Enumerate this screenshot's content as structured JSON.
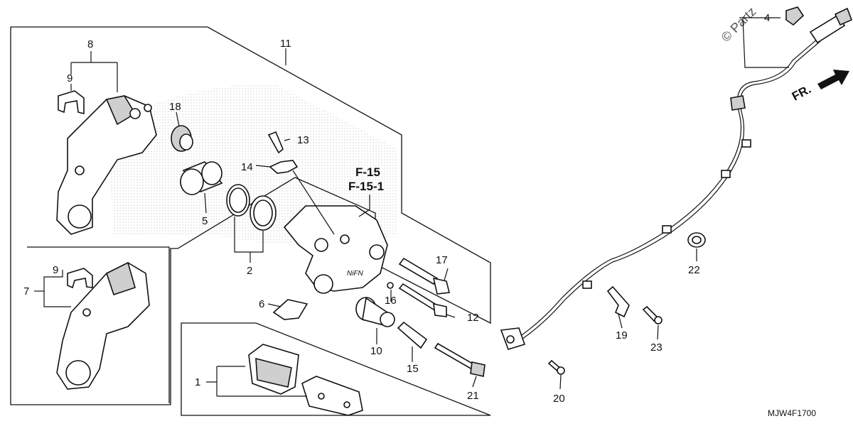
{
  "diagram": {
    "code": "MJW4F1700",
    "watermark": "© Partz",
    "direction": "FR.",
    "refs": [
      "F-15",
      "F-15-1"
    ],
    "callouts": {
      "c1": "1",
      "c2": "2",
      "c4": "4",
      "c5": "5",
      "c6": "6",
      "c7": "7",
      "c8": "8",
      "c9a": "9",
      "c9b": "9",
      "c10": "10",
      "c11": "11",
      "c12": "12",
      "c13": "13",
      "c14": "14",
      "c15": "15",
      "c16": "16",
      "c17": "17",
      "c18": "18",
      "c19": "19",
      "c20": "20",
      "c21": "21",
      "c22": "22",
      "c23": "23"
    }
  }
}
